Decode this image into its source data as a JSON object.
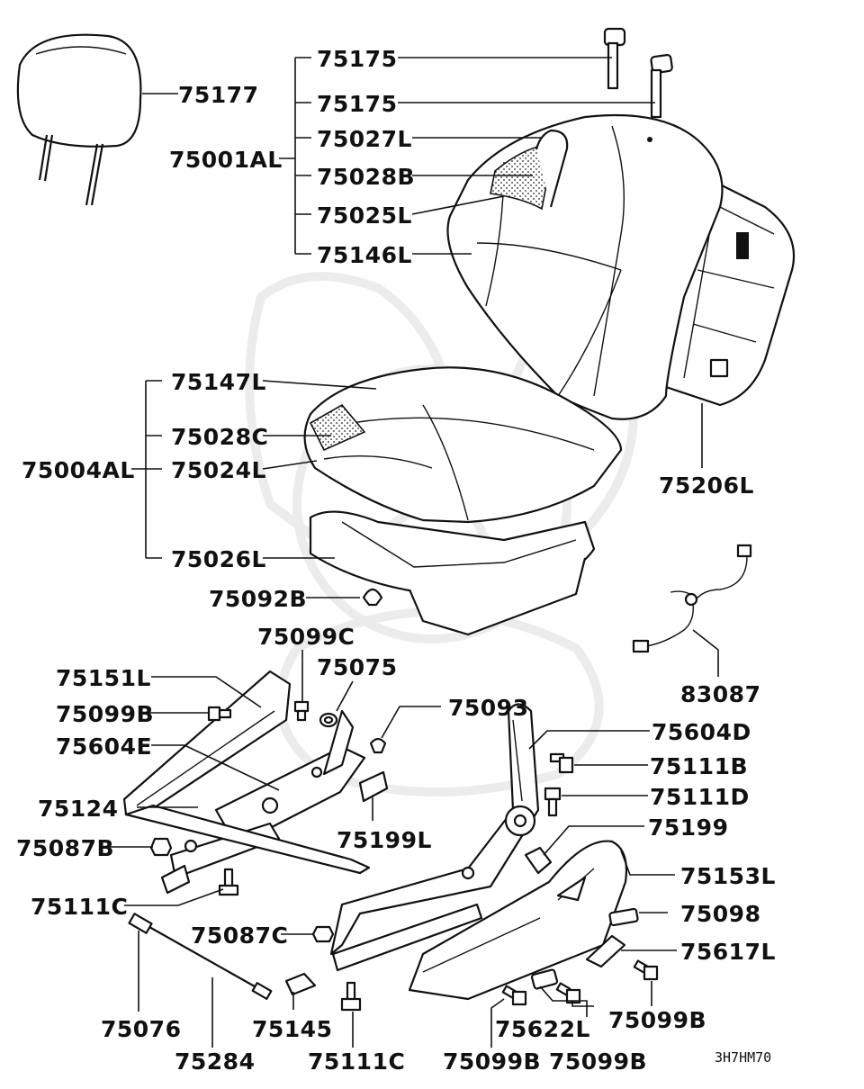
{
  "diagram_code": "3H7HM70",
  "labels": {
    "l75177": "75177",
    "l75175a": "75175",
    "l75175b": "75175",
    "l75001AL": "75001AL",
    "l75027L": "75027L",
    "l75028B": "75028B",
    "l75025L": "75025L",
    "l75146L": "75146L",
    "l75147L": "75147L",
    "l75028C": "75028C",
    "l75004AL": "75004AL",
    "l75024L": "75024L",
    "l75026L": "75026L",
    "l75206L": "75206L",
    "l75092B": "75092B",
    "l83087": "83087",
    "l75099C": "75099C",
    "l75075": "75075",
    "l75151L": "75151L",
    "l75093": "75093",
    "l75099Ba": "75099B",
    "l75604E": "75604E",
    "l75604D": "75604D",
    "l75111B": "75111B",
    "l75124": "75124",
    "l75111D": "75111D",
    "l75199L": "75199L",
    "l75087B": "75087B",
    "l75199": "75199",
    "l75153L": "75153L",
    "l75111Ca": "75111C",
    "l75098": "75098",
    "l75087C": "75087C",
    "l75617L": "75617L",
    "l75076": "75076",
    "l75145": "75145",
    "l75622L": "75622L",
    "l75099Bb": "75099B",
    "l75284": "75284",
    "l75111Cb": "75111C",
    "l75099Bc": "75099B",
    "l75099Bd": "75099B"
  }
}
